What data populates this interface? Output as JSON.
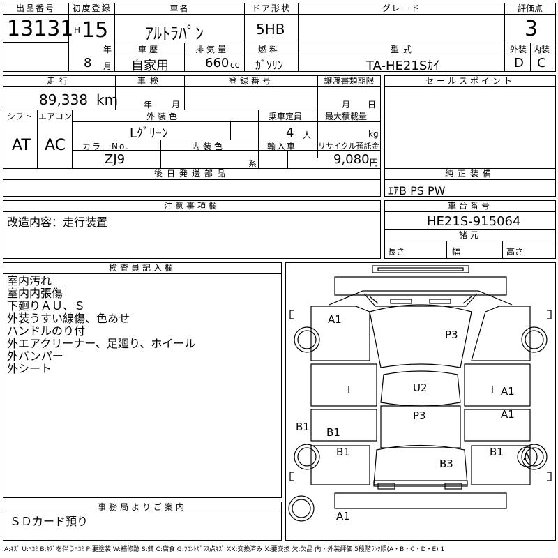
{
  "top": {
    "lot_number_label": "出品番号",
    "lot_number": "13131",
    "first_reg_label": "初度登録",
    "era": "H",
    "year": "15",
    "year_unit": "年",
    "month": "8",
    "month_unit": "月",
    "car_name_label": "車名",
    "car_name": "ｱﾙﾄﾗﾊﾟﾝ",
    "history_label": "車歴",
    "history": "自家用",
    "displacement_label": "排気量",
    "displacement": "660",
    "displacement_unit": "cc",
    "door_label": "ドア形状",
    "door": "5HB",
    "fuel_label": "燃料",
    "fuel": "ｶﾞｿﾘﾝ",
    "grade_label": "グレード",
    "grade": "",
    "model_label": "型式",
    "model": "TA-HE21Sｶｲ",
    "score_label": "評価点",
    "score": "3",
    "exterior_label": "外装",
    "exterior": "D",
    "interior_label": "内装",
    "interior": "C"
  },
  "row2": {
    "mileage_label": "走行",
    "mileage": "89,338",
    "mileage_unit": "km",
    "inspection_label": "車検",
    "inspection_year_unit": "年",
    "inspection_month_unit": "月",
    "reg_number_label": "登録番号",
    "reg_number": "",
    "transfer_label": "譲渡書類期限",
    "transfer_month_unit": "月",
    "transfer_day_unit": "日",
    "shift_label": "シフト",
    "shift": "AT",
    "ac_label": "エアコン",
    "ac": "AC",
    "ext_color_label": "外装色",
    "ext_color": "Lｸﾞﾘｰﾝ",
    "capacity_label": "乗車定員",
    "capacity": "4",
    "capacity_unit": "人",
    "max_load_label": "最大積載量",
    "max_load_unit": "kg",
    "color_no_label": "カラーNo.",
    "color_no": "ZJ9",
    "int_color_label": "内装色",
    "int_color_unit": "系",
    "import_label": "輸入車",
    "recycle_label": "リサイクル預託金",
    "recycle": "9,080",
    "recycle_unit": "円",
    "later_parts_label": "後日発送部品",
    "later_parts": ""
  },
  "sales": {
    "label": "セールスポイント",
    "content": ""
  },
  "equipment": {
    "label": "純正装備",
    "content": "ｴｱB PS PW"
  },
  "caution": {
    "label": "注意事項欄",
    "content": "改造内容：走行装置"
  },
  "chassis": {
    "label": "車台番号",
    "number": "HE21S-915064",
    "dims_label": "諸元",
    "length_label": "長さ",
    "width_label": "幅",
    "height_label": "高さ"
  },
  "inspector": {
    "label": "検査員記入欄",
    "lines": [
      "室内汚れ",
      "室内内張傷",
      "下廻りＡＵ、Ｓ",
      "外装うすい線傷、色あせ",
      "ハンドルのり付",
      "外エアクリーナー、足廻り、ホイール",
      "外バンパー",
      "外シート"
    ]
  },
  "office": {
    "label": "事務局よりご案内",
    "content": "ＳＤカード預り"
  },
  "diagram": {
    "marks": [
      "A1",
      "P3",
      "U2",
      "A1",
      "A1",
      "P3",
      "B1",
      "B1",
      "B1",
      "B1",
      "B3",
      "A",
      "A1"
    ]
  },
  "legend": "A:ｷｽﾞ U:ﾍｺﾐ B:ｷｽﾞを伴うﾍｺﾐ P:要塗装 W:補修跡 S:錆 C:腐食 G:ﾌﾛﾝﾄｶﾞﾗｽ点ｷｽﾞ XX:交換済み X:要交換 欠:欠品 内・外装評価 5段階ﾗﾝｸ順(A・B・C・D・E) 1"
}
